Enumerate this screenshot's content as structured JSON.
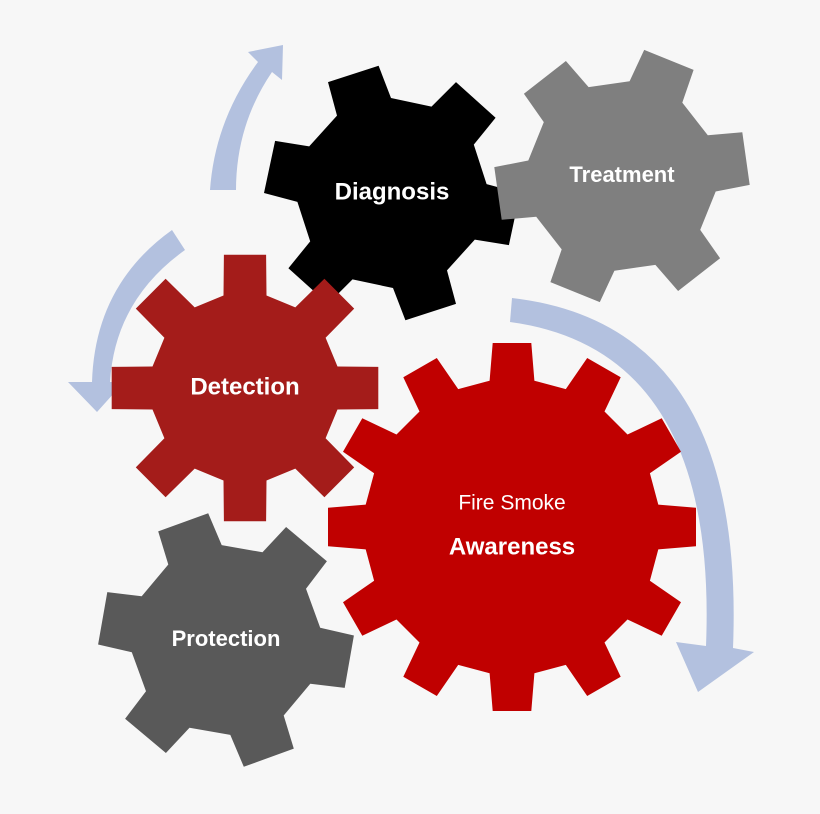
{
  "background": "#f7f7f7",
  "arrow_color": "#b3c1df",
  "gears": [
    {
      "id": "diagnosis",
      "label": "Diagnosis",
      "sublabel": "",
      "color": "#000000"
    },
    {
      "id": "treatment",
      "label": "Treatment",
      "sublabel": "",
      "color": "#7f7f7f"
    },
    {
      "id": "detection",
      "label": "Detection",
      "sublabel": "",
      "color": "#a41c1a"
    },
    {
      "id": "awareness",
      "label": "Awareness",
      "sublabel": "Fire Smoke",
      "color": "#c00000"
    },
    {
      "id": "protection",
      "label": "Protection",
      "sublabel": "",
      "color": "#595959"
    }
  ],
  "arrows": [
    {
      "id": "detection-to-diagnosis",
      "direction": "clockwise"
    },
    {
      "id": "diagnosis-to-detection",
      "direction": "counterclockwise"
    },
    {
      "id": "treatment-to-protection",
      "direction": "clockwise"
    }
  ]
}
